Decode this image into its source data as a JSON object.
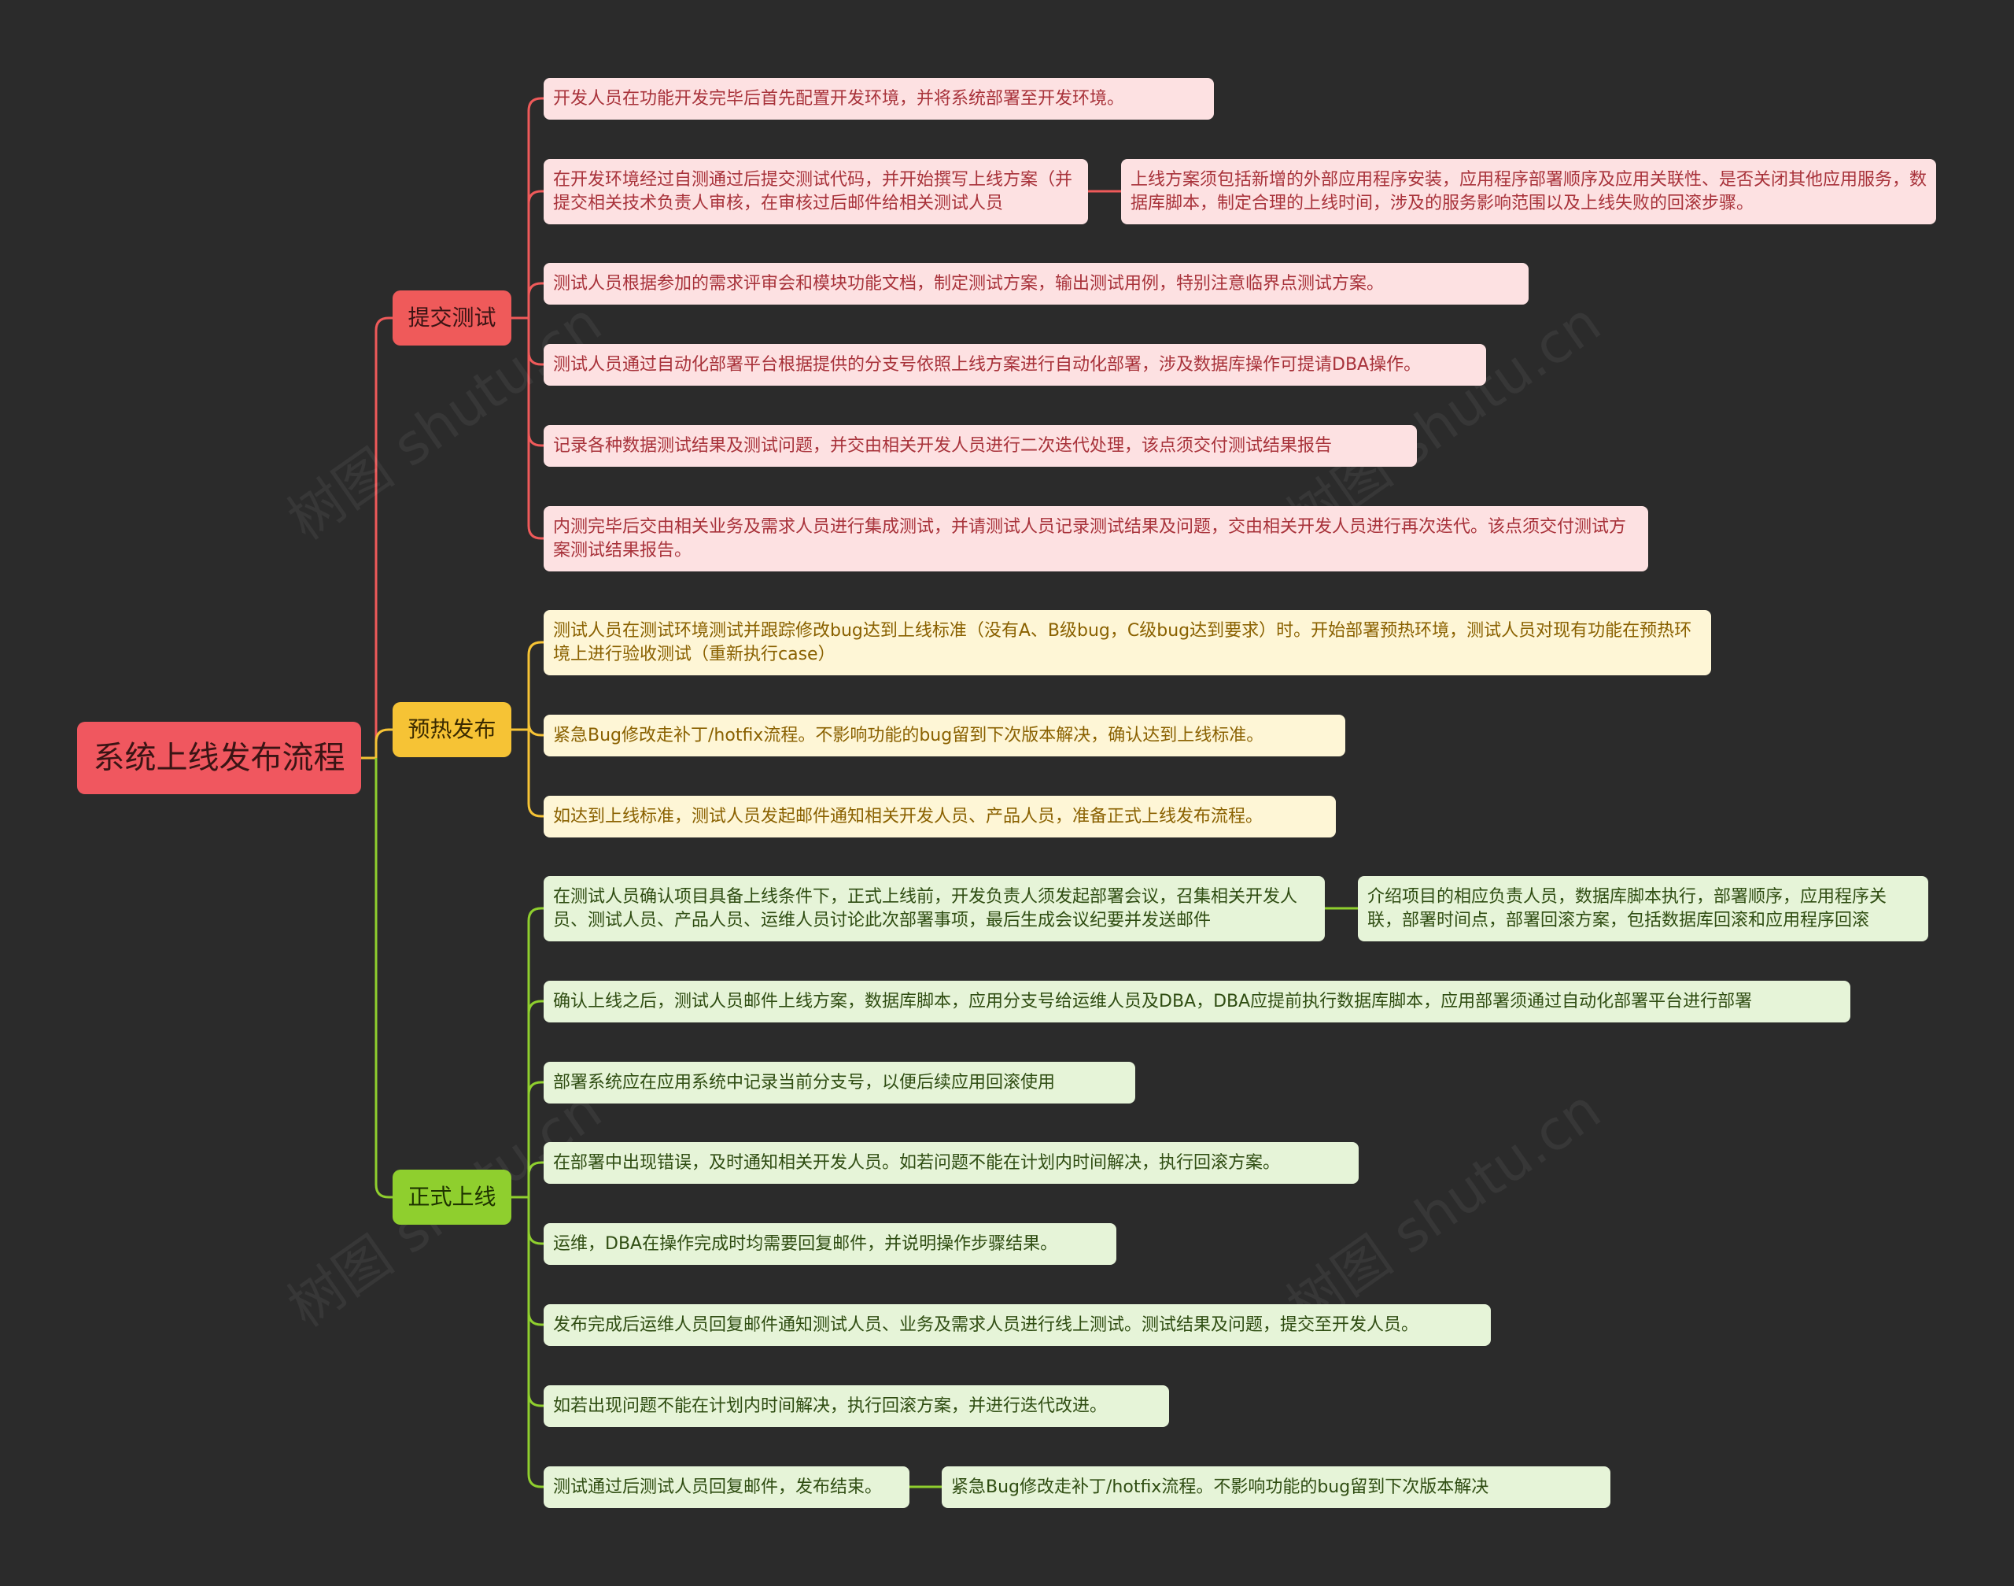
{
  "root": "系统上线发布流程",
  "branches": [
    {
      "label": "提交测试",
      "items": [
        {
          "text": "开发人员在功能开发完毕后首先配置开发环境，并将系统部署至开发环境。"
        },
        {
          "text": "在开发环境经过自测通过后提交测试代码，并开始撰写上线方案（并提交相关技术负责人审核，在审核过后邮件给相关测试人员",
          "child": "上线方案须包括新增的外部应用程序安装，应用程序部署顺序及应用关联性、是否关闭其他应用服务，数据库脚本，制定合理的上线时间，涉及的服务影响范围以及上线失败的回滚步骤。"
        },
        {
          "text": "测试人员根据参加的需求评审会和模块功能文档，制定测试方案，输出测试用例，特别注意临界点测试方案。"
        },
        {
          "text": "测试人员通过自动化部署平台根据提供的分支号依照上线方案进行自动化部署，涉及数据库操作可提请DBA操作。"
        },
        {
          "text": "记录各种数据测试结果及测试问题，并交由相关开发人员进行二次迭代处理，该点须交付测试结果报告"
        },
        {
          "text": "内测完毕后交由相关业务及需求人员进行集成测试，并请测试人员记录测试结果及问题，交由相关开发人员进行再次迭代。该点须交付测试方案测试结果报告。"
        }
      ]
    },
    {
      "label": "预热发布",
      "items": [
        {
          "text": "测试人员在测试环境测试并跟踪修改bug达到上线标准（没有A、B级bug，C级bug达到要求）时。开始部署预热环境，测试人员对现有功能在预热环境上进行验收测试（重新执行case）"
        },
        {
          "text": "紧急Bug修改走补丁/hotfix流程。不影响功能的bug留到下次版本解决，确认达到上线标准。"
        },
        {
          "text": "如达到上线标准，测试人员发起邮件通知相关开发人员、产品人员，准备正式上线发布流程。"
        }
      ]
    },
    {
      "label": "正式上线",
      "items": [
        {
          "text": "在测试人员确认项目具备上线条件下，正式上线前，开发负责人须发起部署会议，召集相关开发人员、测试人员、产品人员、运维人员讨论此次部署事项，最后生成会议纪要并发送邮件",
          "child": "介绍项目的相应负责人员，数据库脚本执行，部署顺序，应用程序关联，部署时间点，部署回滚方案，包括数据库回滚和应用程序回滚"
        },
        {
          "text": "确认上线之后，测试人员邮件上线方案，数据库脚本，应用分支号给运维人员及DBA，DBA应提前执行数据库脚本，应用部署须通过自动化部署平台进行部署"
        },
        {
          "text": "部署系统应在应用系统中记录当前分支号，以便后续应用回滚使用"
        },
        {
          "text": "在部署中出现错误，及时通知相关开发人员。如若问题不能在计划内时间解决，执行回滚方案。"
        },
        {
          "text": "运维，DBA在操作完成时均需要回复邮件，并说明操作步骤结果。"
        },
        {
          "text": "发布完成后运维人员回复邮件通知测试人员、业务及需求人员进行线上测试。测试结果及问题，提交至开发人员。"
        },
        {
          "text": "如若出现问题不能在计划内时间解决，执行回滚方案，并进行迭代改进。"
        },
        {
          "text": "测试通过后测试人员回复邮件，发布结束。",
          "child": "紧急Bug修改走补丁/hotfix流程。不影响功能的bug留到下次版本解决"
        }
      ]
    }
  ],
  "colors": {
    "background": "#2b2b2b",
    "red": "#ef5a5a",
    "yellow": "#f6c335",
    "green": "#8fcf2e"
  }
}
